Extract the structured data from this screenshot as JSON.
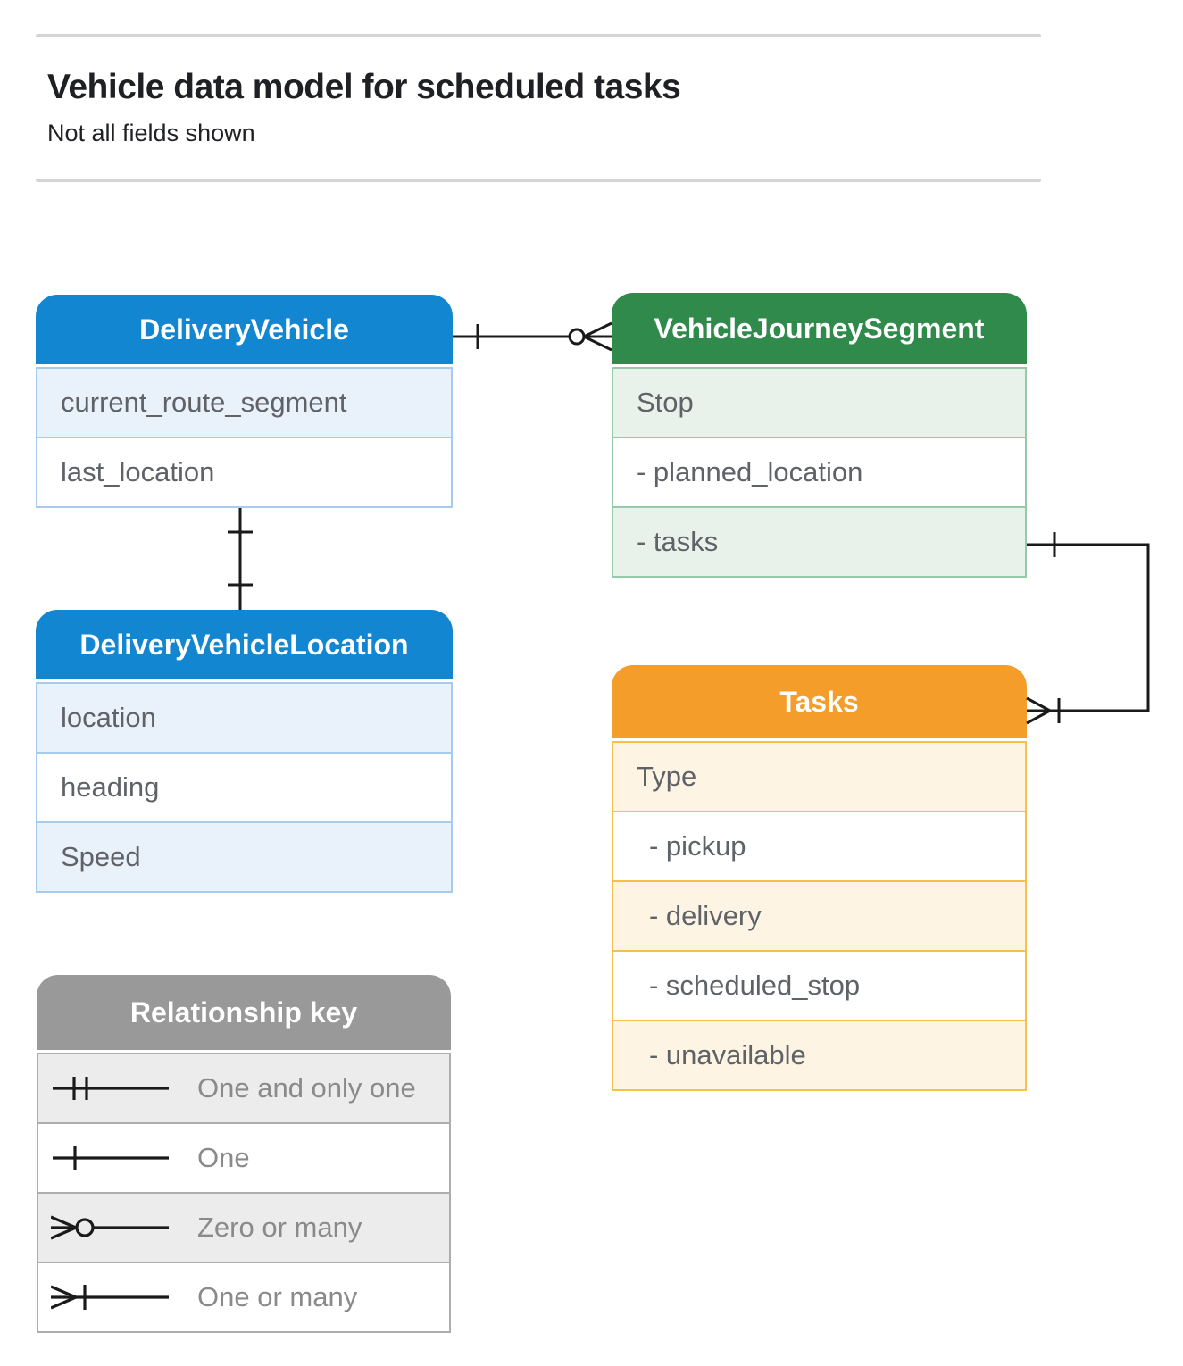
{
  "page": {
    "title": "Vehicle data model for scheduled tasks",
    "subtitle": "Not all fields shown"
  },
  "colors": {
    "blue_header": "#1386d1",
    "green_header": "#2f8a4c",
    "orange_header": "#f59d2a",
    "gray_header": "#999999",
    "field_text": "#5f6368",
    "connector": "#1a1a1a"
  },
  "entities": {
    "delivery_vehicle": {
      "title": "DeliveryVehicle",
      "header_color": "#1386d1",
      "fields": [
        "current_route_segment",
        "last_location"
      ]
    },
    "vehicle_journey_segment": {
      "title": "VehicleJourneySegment",
      "header_color": "#2f8a4c",
      "fields": [
        "Stop",
        "- planned_location",
        "- tasks"
      ]
    },
    "delivery_vehicle_location": {
      "title": "DeliveryVehicleLocation",
      "header_color": "#1386d1",
      "fields": [
        "location",
        "heading",
        "Speed"
      ]
    },
    "tasks": {
      "title": "Tasks",
      "header_color": "#f59d2a",
      "fields": [
        "Type",
        "- pickup",
        "- delivery",
        "- scheduled_stop",
        "- unavailable"
      ]
    }
  },
  "relationships": [
    {
      "from": "DeliveryVehicle",
      "to": "VehicleJourneySegment",
      "from_cardinality": "one",
      "to_cardinality": "zero-or-many"
    },
    {
      "from": "DeliveryVehicle",
      "to": "DeliveryVehicleLocation",
      "from_cardinality": "one",
      "to_cardinality": "one"
    },
    {
      "from": "VehicleJourneySegment.tasks",
      "to": "Tasks",
      "from_cardinality": "one",
      "to_cardinality": "one-or-many"
    }
  ],
  "legend": {
    "title": "Relationship key",
    "items": [
      {
        "symbol": "one-and-only-one",
        "label": "One and only one"
      },
      {
        "symbol": "one",
        "label": "One"
      },
      {
        "symbol": "zero-or-many",
        "label": "Zero or many"
      },
      {
        "symbol": "one-or-many",
        "label": "One or many"
      }
    ]
  }
}
